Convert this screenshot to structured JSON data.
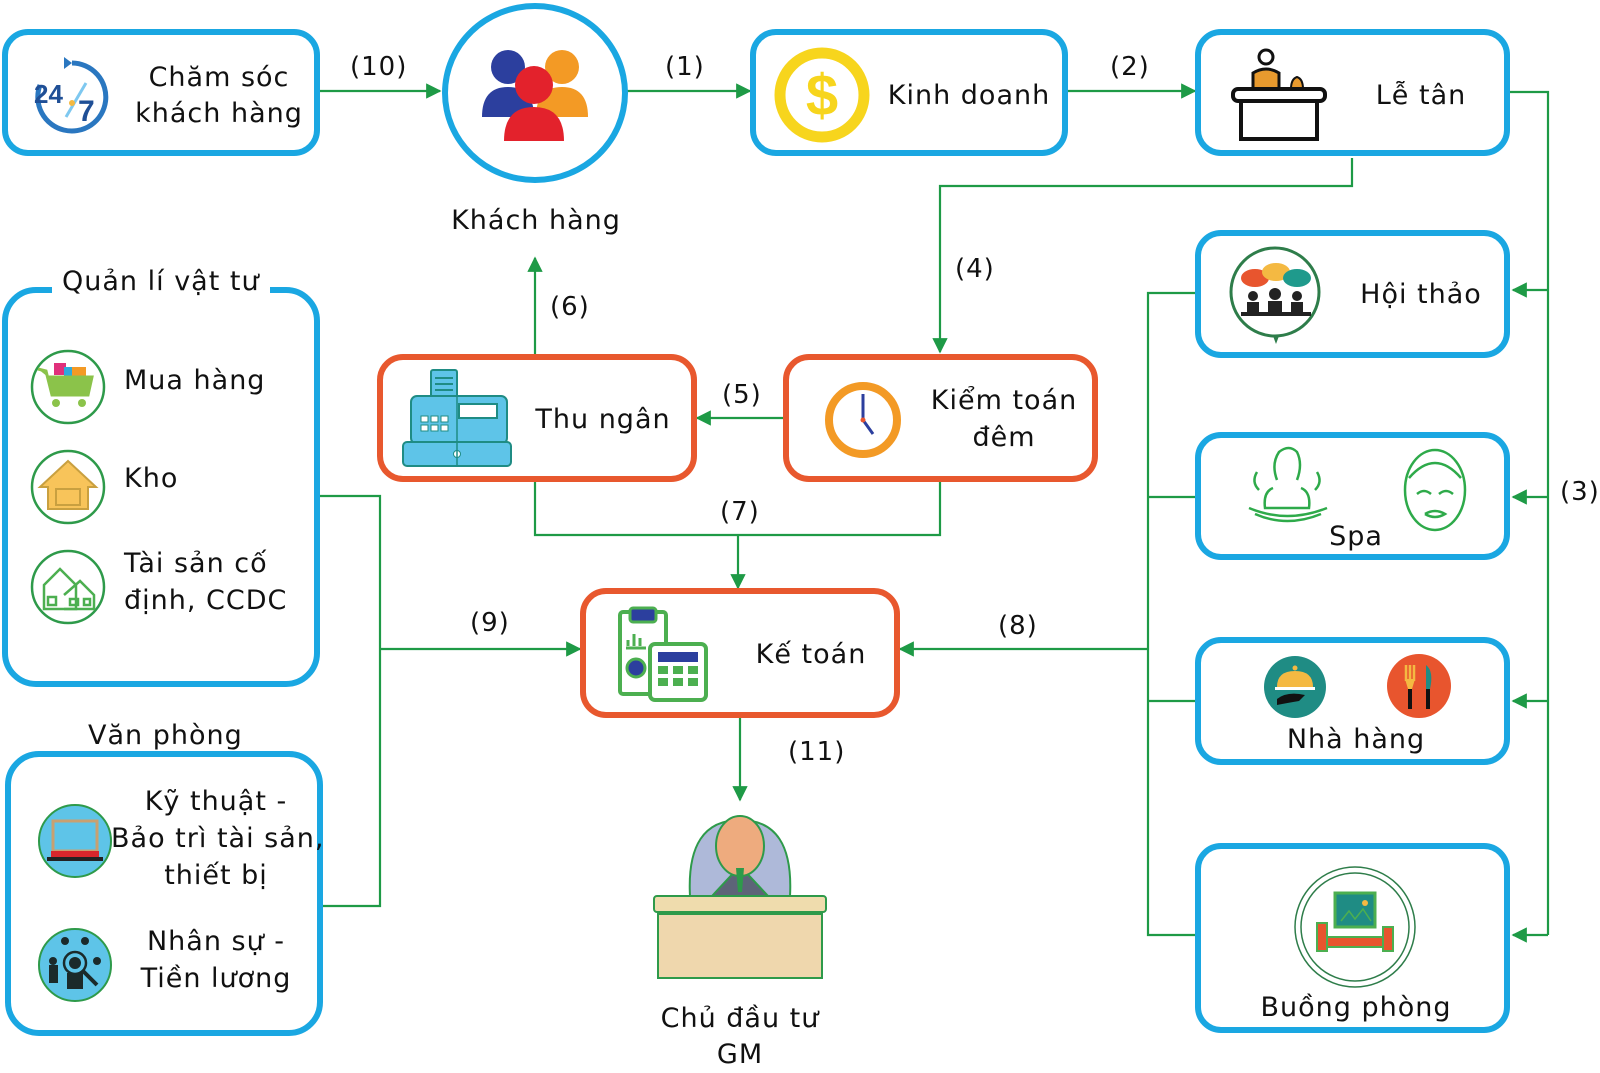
{
  "diagram": {
    "colors": {
      "box_border_blue": "#1aa7e2",
      "box_border_orange": "#e8582e",
      "connector_green": "#1e9a46",
      "icon_green": "#4caf50"
    },
    "nodes": {
      "customer_care": {
        "line1": "Chăm sóc",
        "line2": "khách hàng",
        "icon": "24-7-support-icon"
      },
      "customer": {
        "label": "Khách hàng",
        "icon": "customers-group-icon"
      },
      "sales": {
        "label": "Kinh doanh",
        "icon": "dollar-coin-icon"
      },
      "reception": {
        "label": "Lễ tân",
        "icon": "reception-desk-icon"
      },
      "conference": {
        "label": "Hội thảo",
        "icon": "meeting-icon"
      },
      "spa": {
        "label": "Spa",
        "icon": "spa-icon"
      },
      "restaurant": {
        "label": "Nhà hàng",
        "icon": "restaurant-icon"
      },
      "housekeeping": {
        "label": "Buồng phòng",
        "icon": "room-icon"
      },
      "cashier": {
        "label": "Thu ngân",
        "icon": "cash-register-icon"
      },
      "night_audit": {
        "line1": "Kiểm toán",
        "line2": "đêm",
        "icon": "clock-icon"
      },
      "accounting": {
        "label": "Kế toán",
        "icon": "accounting-icon"
      },
      "owner": {
        "line1": "Chủ đầu tư",
        "line2": "GM",
        "icon": "executive-icon"
      }
    },
    "groups": {
      "materials": {
        "title": "Quản lí vật tư",
        "items": [
          {
            "label": "Mua hàng",
            "icon": "shopping-cart-icon"
          },
          {
            "label": "Kho",
            "icon": "warehouse-icon"
          },
          {
            "line1": "Tài sản cố",
            "line2": "định, CCDC",
            "icon": "fixed-assets-icon"
          }
        ]
      },
      "office": {
        "title": "Văn phòng",
        "items": [
          {
            "line1": "Kỹ thuật -",
            "line2": "Bảo trì tài sản,",
            "line3": "thiết bị",
            "icon": "laptop-icon"
          },
          {
            "line1": "Nhân sự -",
            "line2": "Tiền lương",
            "icon": "hr-icon"
          }
        ]
      }
    },
    "edges": [
      {
        "id": "1",
        "label": "(1)",
        "from": "Khách hàng",
        "to": "Kinh doanh"
      },
      {
        "id": "2",
        "label": "(2)",
        "from": "Kinh doanh",
        "to": "Lễ tân"
      },
      {
        "id": "3",
        "label": "(3)",
        "from": "Lễ tân",
        "to": "Hội thảo, Spa, Nhà hàng, Buồng phòng"
      },
      {
        "id": "4",
        "label": "(4)",
        "from": "Lễ tân",
        "to": "Kiểm toán đêm"
      },
      {
        "id": "5",
        "label": "(5)",
        "from": "Kiểm toán đêm",
        "to": "Thu ngân"
      },
      {
        "id": "6",
        "label": "(6)",
        "from": "Thu ngân",
        "to": "Khách hàng"
      },
      {
        "id": "7",
        "label": "(7)",
        "from": "Thu ngân, Kiểm toán đêm",
        "to": "Kế toán"
      },
      {
        "id": "8",
        "label": "(8)",
        "from": "Hội thảo, Spa, Nhà hàng, Buồng phòng",
        "to": "Kế toán"
      },
      {
        "id": "9",
        "label": "(9)",
        "from": "Quản lí vật tư, Văn phòng",
        "to": "Kế toán"
      },
      {
        "id": "10",
        "label": "(10)",
        "from": "Chăm sóc khách hàng",
        "to": "Khách hàng"
      },
      {
        "id": "11",
        "label": "(11)",
        "from": "Kế toán",
        "to": "Chủ đầu tư GM"
      }
    ]
  }
}
